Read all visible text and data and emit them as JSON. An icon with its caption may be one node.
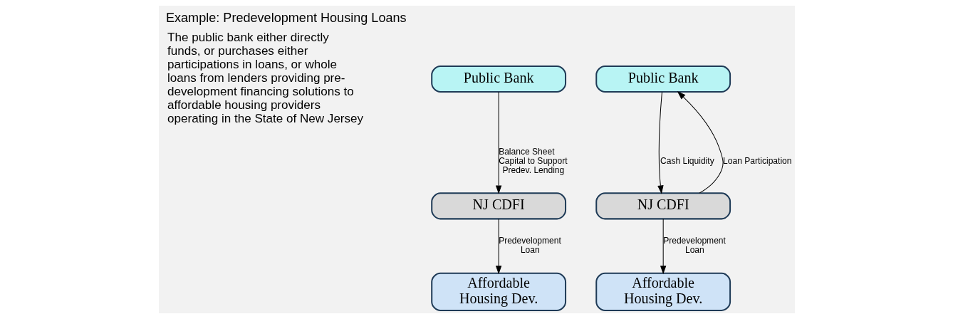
{
  "diagram": {
    "title": "Example: Predevelopment Housing Loans",
    "nodes": [
      {
        "text": [
          "Public Bank"
        ]
      },
      {
        "text": [
          "NJ CDFI"
        ]
      },
      {
        "text": [
          "Affordable Housing Dev."
        ]
      },
      {
        "text": [
          "Public Bank"
        ]
      },
      {
        "text": [
          "NJ CDFI"
        ]
      },
      {
        "text": [
          "Affordable Housing Dev."
        ]
      }
    ],
    "edges": [
      {
        "from": 0,
        "to": 1,
        "arrow": "to",
        "label": "Balance Sheet Capital to Support Predev. Lending"
      },
      {
        "from": 1,
        "to": 2,
        "arrow": "to",
        "label": "Predevelopment Loan"
      },
      {
        "from": 3,
        "to": 4,
        "arrow": "to",
        "label": "Cash Liquidity"
      },
      {
        "from": 4,
        "to": 3,
        "arrow": "to",
        "label": "Loan Participation"
      },
      {
        "from": 4,
        "to": 5,
        "arrow": "to",
        "label": "Predevelopment Loan"
      }
    ],
    "labels": [
      "The public bank either directly funds, or purchases either participations in loans, or whole loans from lenders providing pre-development financing solutions to affordable housing providers operating in the State of New Jersey"
    ]
  }
}
